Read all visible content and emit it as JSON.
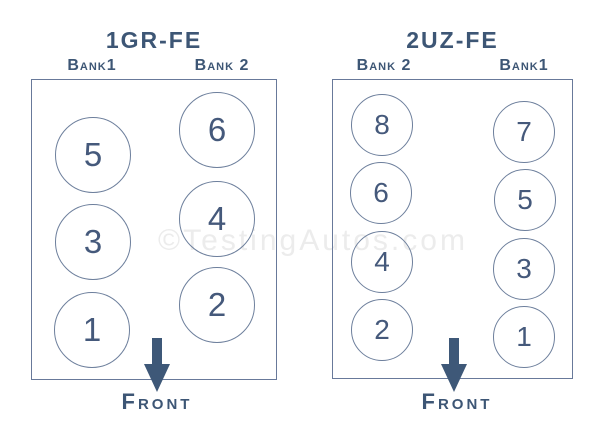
{
  "watermark": "©TestingAutos.com",
  "colors": {
    "background": "#ffffff",
    "outline": "#6d7f9c",
    "box_outline": "#68799a",
    "heading_text": "#3d5675",
    "number_text": "#45597b",
    "arrow": "#3e5878",
    "watermark": "#ececec"
  },
  "diagrams": [
    {
      "title": "1GR-FE",
      "bank_left": "Bank1",
      "bank_right": "Bank 2",
      "front_label": "Front",
      "columns": {
        "left": [
          "5",
          "3",
          "1"
        ],
        "right": [
          "6",
          "4",
          "2"
        ]
      }
    },
    {
      "title": "2UZ-FE",
      "bank_left": "Bank 2",
      "bank_right": "Bank1",
      "front_label": "Front",
      "columns": {
        "left": [
          "8",
          "6",
          "4",
          "2"
        ],
        "right": [
          "7",
          "5",
          "3",
          "1"
        ]
      }
    }
  ]
}
